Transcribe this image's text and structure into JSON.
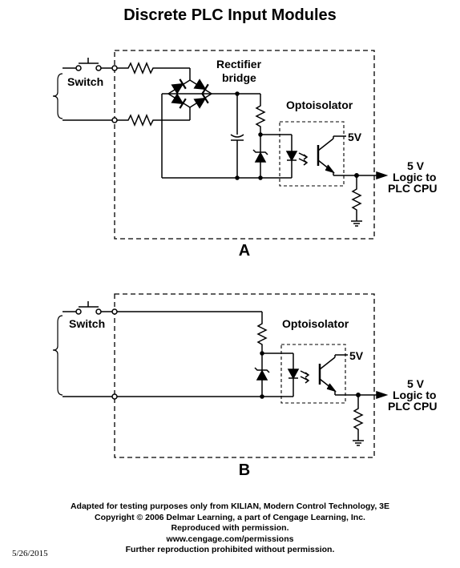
{
  "title": "Discrete PLC Input Modules",
  "diagram_a": {
    "panel_label": "A",
    "switch_label": "Switch",
    "rectifier_label_line1": "Rectifier",
    "rectifier_label_line2": "bridge",
    "optoisolator_label": "Optoisolator",
    "supply_label": "5V",
    "output_line1": "5 V",
    "output_line2": "Logic to",
    "output_line3": "PLC CPU"
  },
  "diagram_b": {
    "panel_label": "B",
    "switch_label": "Switch",
    "optoisolator_label": "Optoisolator",
    "supply_label": "5V",
    "output_line1": "5 V",
    "output_line2": "Logic to",
    "output_line3": "PLC CPU"
  },
  "credits": {
    "line1": "Adapted for testing purposes only from KILIAN, Modern Control Technology, 3E",
    "line2": "Copyright © 2006 Delmar Learning, a part of Cengage Learning, Inc.",
    "line3": "Reproduced with permission.",
    "line4": "www.cengage.com/permissions",
    "line5": "Further reproduction prohibited without permission."
  },
  "date": "5/26/2015"
}
